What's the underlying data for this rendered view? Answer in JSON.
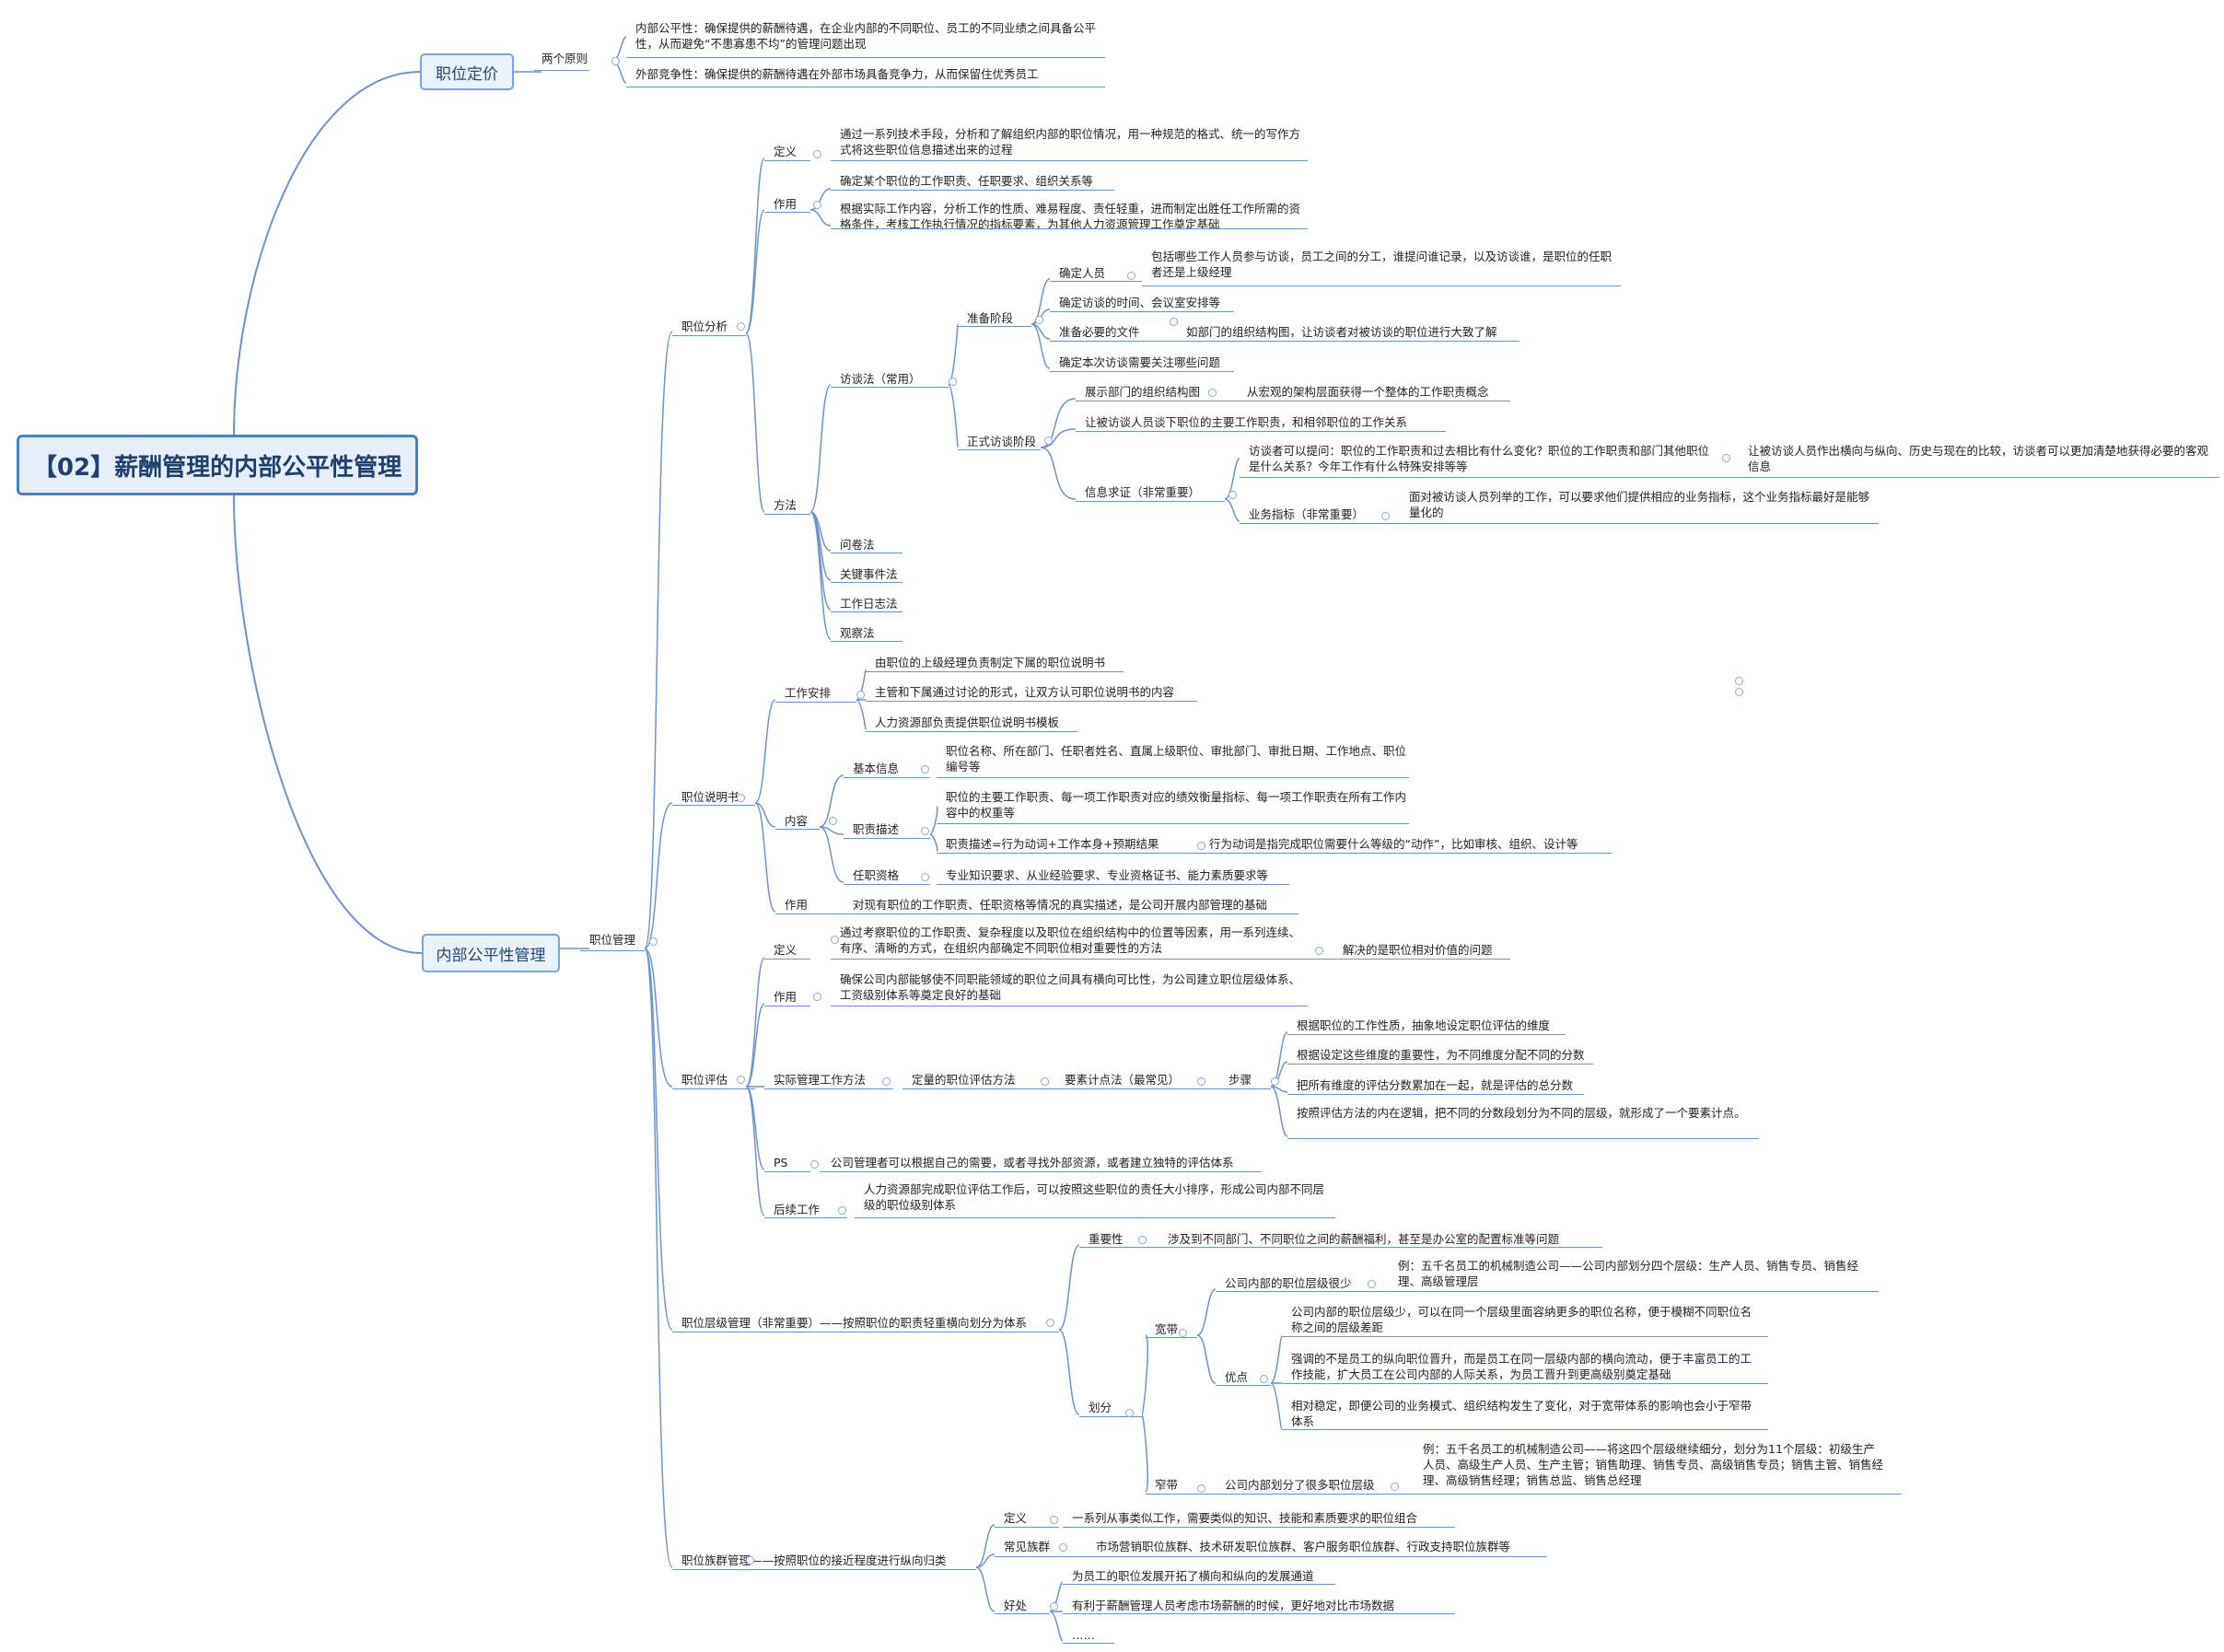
{
  "root": "【02】薪酬管理的内部公平性管理",
  "n": {
    "zwdj": "职位定价",
    "lgyz": "两个原则",
    "nbgpx": "内部公平性：确保提供的薪酬待遇，在企业内部的不同职位、员工的不同业绩之间具备公平性，从而避免“不患寡患不均”的管理问题出现",
    "wbjzx": "外部竞争性：确保提供的薪酬待遇在外部市场具备竞争力，从而保留住优秀员工",
    "nbgpxgl": "内部公平性管理",
    "zwgl": "职位管理",
    "zwfx": "职位分析",
    "fx_dy": "定义",
    "fx_dy_t": "通过一系列技术手段，分析和了解组织内部的职位情况，用一种规范的格式、统一的写作方式将这些职位信息描述出来的过程",
    "fx_zy": "作用",
    "fx_zy_1": "确定某个职位的工作职责、任职要求、组织关系等",
    "fx_zy_2": "根据实际工作内容，分析工作的性质、难易程度、责任轻重，进而制定出胜任工作所需的资格条件，考核工作执行情况的指标要素，为其他人力资源管理工作奠定基础",
    "fx_ff": "方法",
    "ftf": "访谈法（常用）",
    "zbjd": "准备阶段",
    "qdry": "确定人员",
    "qdry_t": "包括哪些工作人员参与访谈，员工之间的分工，谁提问谁记录，以及访谈谁，是职位的任职者还是上级经理",
    "qdsj": "确定访谈的时间、会议室安排等",
    "zbwj": "准备必要的文件",
    "zbwj_t": "如部门的组织结构图，让访谈者对被访谈的职位进行大致了解",
    "qdwt": "确定本次访谈需要关注哪些问题",
    "zsjd": "正式访谈阶段",
    "zszz": "展示部门的组织结构图",
    "zszz_t": "从宏观的架构层面获得一个整体的工作职责概念",
    "rbft": "让被访谈人员谈下职位的主要工作职责，和相邻职位的工作关系",
    "xxqz": "信息求证（非常重要）",
    "twen": "访谈者可以提问：职位的工作职责和过去相比有什么变化？职位的工作职责和部门其他职位是什么关系？今年工作有什么特殊安排等等",
    "twen_r": "让被访谈人员作出横向与纵向、历史与现在的比较，访谈者可以更加清楚地获得必要的客观信息",
    "ywzb": "业务指标（非常重要）",
    "ywzb_t": "面对被访谈人员列举的工作，可以要求他们提供相应的业务指标，这个业务指标最好是能够量化的",
    "wjf": "问卷法",
    "gjsj": "关键事件法",
    "gzrz": "工作日志法",
    "gcf": "观察法",
    "zwsms": "职位说明书",
    "gzap": "工作安排",
    "ap1": "由职位的上级经理负责制定下属的职位说明书",
    "ap2": "主管和下属通过讨论的形式，让双方认可职位说明书的内容",
    "ap3": "人力资源部负责提供职位说明书模板",
    "nr": "内容",
    "jbxx": "基本信息",
    "jbxx_t": "职位名称、所在部门、任职者姓名、直属上级职位、审批部门、审批日期、工作地点、职位编号等",
    "zzms": "职责描述",
    "zzms_1": "职位的主要工作职责、每一项工作职责对应的绩效衡量指标、每一项工作职责在所有工作内容中的权重等",
    "zzms_2": "职责描述=行为动词+工作本身+预期结果",
    "zzms_2r": "行为动词是指完成职位需要什么等级的“动作”，比如审核、组织、设计等",
    "rzzg": "任职资格",
    "rzzg_t": "专业知识要求、从业经验要求、专业资格证书、能力素质要求等",
    "sms_zy": "作用",
    "sms_zy_t": "对现有职位的工作职责、任职资格等情况的真实描述，是公司开展内部管理的基础",
    "zwpg": "职位评估",
    "pg_dy": "定义",
    "pg_dy_t": "通过考察职位的工作职责、复杂程度以及职位在组织结构中的位置等因素，用一系列连续、有序、清晰的方式，在组织内部确定不同职位相对重要性的方法",
    "pg_dy_r": "解决的是职位相对价值的问题",
    "pg_zy": "作用",
    "pg_zy_t": "确保公司内部能够使不同职能领域的职位之间具有横向可比性，为公司建立职位层级体系、工资级别体系等奠定良好的基础",
    "sjgl": "实际管理工作方法",
    "dlpg": "定量的职位评估方法",
    "ysjd": "要素计点法（最常见）",
    "bz": "步骤",
    "bz1": "根据职位的工作性质，抽象地设定职位评估的维度",
    "bz2": "根据设定这些维度的重要性，为不同维度分配不同的分数",
    "bz3": "把所有维度的评估分数累加在一起，就是评估的总分数",
    "bz4": "按照评估方法的内在逻辑，把不同的分数段划分为不同的层级，就形成了一个要素计点。",
    "ps": "PS",
    "ps_t": "公司管理者可以根据自己的需要，或者寻找外部资源，或者建立独特的评估体系",
    "hxgz": "后续工作",
    "hxgz_t": "人力资源部完成职位评估工作后，可以按照这些职位的责任大小排序，形成公司内部不同层级的职位级别体系",
    "cjgl": "职位层级管理（非常重要）——按照职位的职责轻重横向划分为体系",
    "zyx": "重要性",
    "zyx_t": "涉及到不同部门、不同职位之间的薪酬福利，甚至是办公室的配置标准等问题",
    "hf": "划分",
    "kd": "宽带",
    "kd_s": "公司内部的职位层级很少",
    "kd_s_t": "例：五千名员工的机械制造公司——公司内部划分四个层级：生产人员、销售专员、销售经理、高级管理层",
    "yd": "优点",
    "yd1": "公司内部的职位层级少，可以在同一个层级里面容纳更多的职位名称，便于模糊不同职位名称之间的层级差距",
    "yd2": "强调的不是员工的纵向职位晋升，而是员工在同一层级内部的横向流动，便于丰富员工的工作技能，扩大员工在公司内部的人际关系，为员工晋升到更高级别奠定基础",
    "yd3": "相对稳定，即便公司的业务模式、组织结构发生了变化，对于宽带体系的影响也会小于窄带体系",
    "zd": "窄带",
    "zd_s": "公司内部划分了很多职位层级",
    "zd_s_t": "例：五千名员工的机械制造公司——将这四个层级继续细分，划分为11个层级：初级生产人员、高级生产人员、生产主管；销售助理、销售专员、高级销售专员；销售主管、销售经理、高级销售经理；销售总监、销售总经理",
    "zqgl": "职位族群管理——按照职位的接近程度进行纵向归类",
    "zq_dy": "定义",
    "zq_dy_t": "一系列从事类似工作，需要类似的知识、技能和素质要求的职位组合",
    "cjzq": "常见族群",
    "cjzq_t": "市场营销职位族群、技术研发职位族群、客户服务职位族群、行政支持职位族群等",
    "hc": "好处",
    "hc1": "为员工的职位发展开拓了横向和纵向的发展通道",
    "hc2": "有利于薪酬管理人员考虑市场薪酬的时候，更好地对比市场数据",
    "hc3": "……"
  },
  "colors": {
    "line": "#6e93c8",
    "root_border": "#4a7fc4",
    "box_fill": "#e9f1fa"
  }
}
